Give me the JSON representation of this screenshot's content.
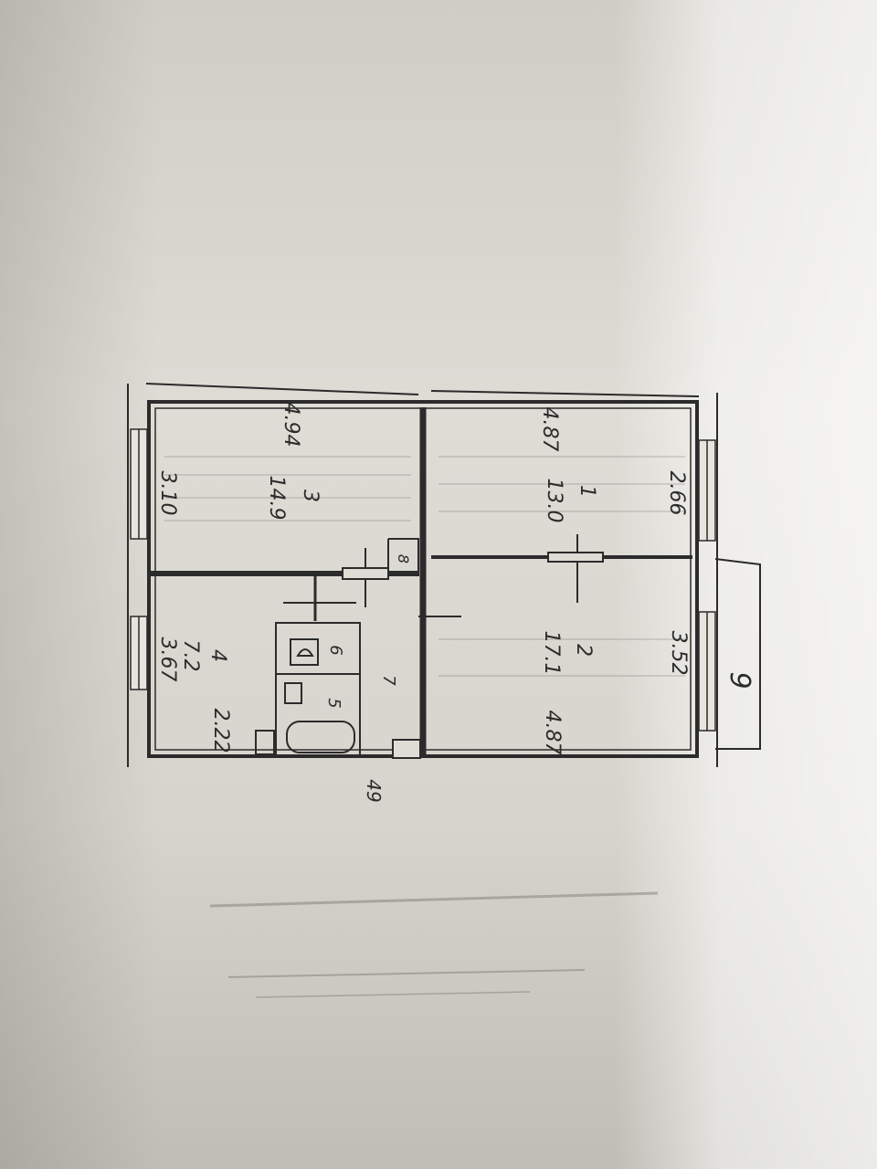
{
  "plan": {
    "sheet_number": "9",
    "rooms": [
      {
        "number": "1",
        "area": "13.0"
      },
      {
        "number": "2",
        "area": "17.1"
      },
      {
        "number": "3",
        "area": "14.9"
      },
      {
        "number": "4",
        "area": "7.2"
      },
      {
        "number": "5",
        "area": ""
      },
      {
        "number": "6",
        "area": ""
      },
      {
        "number": "7",
        "area": ""
      },
      {
        "number": "8",
        "area": ""
      }
    ],
    "dimensions": {
      "room3_length": "4.94",
      "room3_width": "3.10",
      "room1_length": "4.87",
      "room1_width": "2.66",
      "room2_length": "4.87",
      "room2_width": "3.52",
      "room4_width": "3.67",
      "room4_bottom": "2.22",
      "corridor_bottom": "49"
    },
    "colors": {
      "ink": "#2b2b2b",
      "paper": "#dedcd5"
    }
  }
}
